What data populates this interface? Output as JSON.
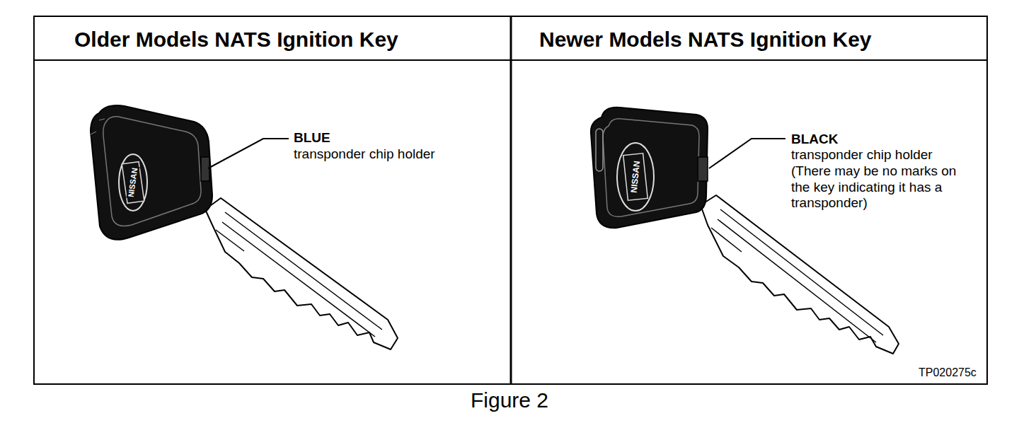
{
  "diagram": {
    "caption": "Figure 2",
    "labels": [
      "Older Models NATS Ignition Key",
      "Newer Models NATS Ignition Key",
      "BLUE",
      "transponder chip holder",
      "BLACK",
      "transponder chip holder (There may be no marks on the key indicating it has a transponder)",
      "NISSAN",
      "NISSAN",
      "TP020275c"
    ]
  }
}
